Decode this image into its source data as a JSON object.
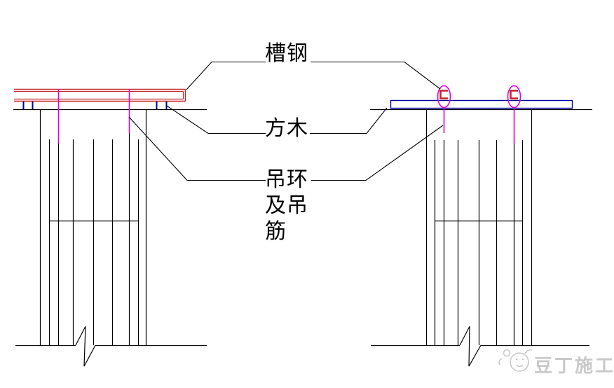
{
  "labels": {
    "channel_steel": "槽钢",
    "square_timber": "方木",
    "lifting_ring_line1": "吊环",
    "lifting_ring_line2": "及吊",
    "lifting_ring_line3": "筋"
  },
  "watermark": {
    "text": "豆丁施工",
    "logo_icon": "bean-mascot-icon"
  },
  "colors": {
    "line_black": "#000000",
    "channel_red": "#c22525",
    "timber_blue": "#0000a0",
    "hanger_magenta": "#e000e0",
    "watermark_gray": "#c9c9c9",
    "bg": "#ffffff"
  }
}
